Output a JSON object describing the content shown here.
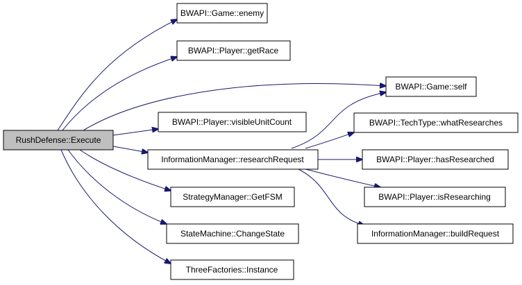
{
  "graph": {
    "root": "RushDefense::Execute",
    "nodes": {
      "root": "RushDefense::Execute",
      "enemy": "BWAPI::Game::enemy",
      "getRace": "BWAPI::Player::getRace",
      "self": "BWAPI::Game::self",
      "visibleUnitCount": "BWAPI::Player::visibleUnitCount",
      "researchRequest": "InformationManager::researchRequest",
      "getFSM": "StrategyManager::GetFSM",
      "changeState": "StateMachine::ChangeState",
      "instance": "ThreeFactories::Instance",
      "whatResearches": "BWAPI::TechType::whatResearches",
      "hasResearched": "BWAPI::Player::hasResearched",
      "isResearching": "BWAPI::Player::isResearching",
      "buildRequest": "InformationManager::buildRequest"
    },
    "edges": [
      [
        "root",
        "enemy"
      ],
      [
        "root",
        "getRace"
      ],
      [
        "root",
        "self"
      ],
      [
        "root",
        "visibleUnitCount"
      ],
      [
        "root",
        "researchRequest"
      ],
      [
        "root",
        "getFSM"
      ],
      [
        "root",
        "changeState"
      ],
      [
        "root",
        "instance"
      ],
      [
        "researchRequest",
        "self"
      ],
      [
        "researchRequest",
        "whatResearches"
      ],
      [
        "researchRequest",
        "hasResearched"
      ],
      [
        "researchRequest",
        "isResearching"
      ],
      [
        "researchRequest",
        "buildRequest"
      ]
    ],
    "colors": {
      "edge": "#191970",
      "root_fill": "#bfbfbf",
      "node_fill": "#ffffff",
      "border": "#000000"
    }
  }
}
